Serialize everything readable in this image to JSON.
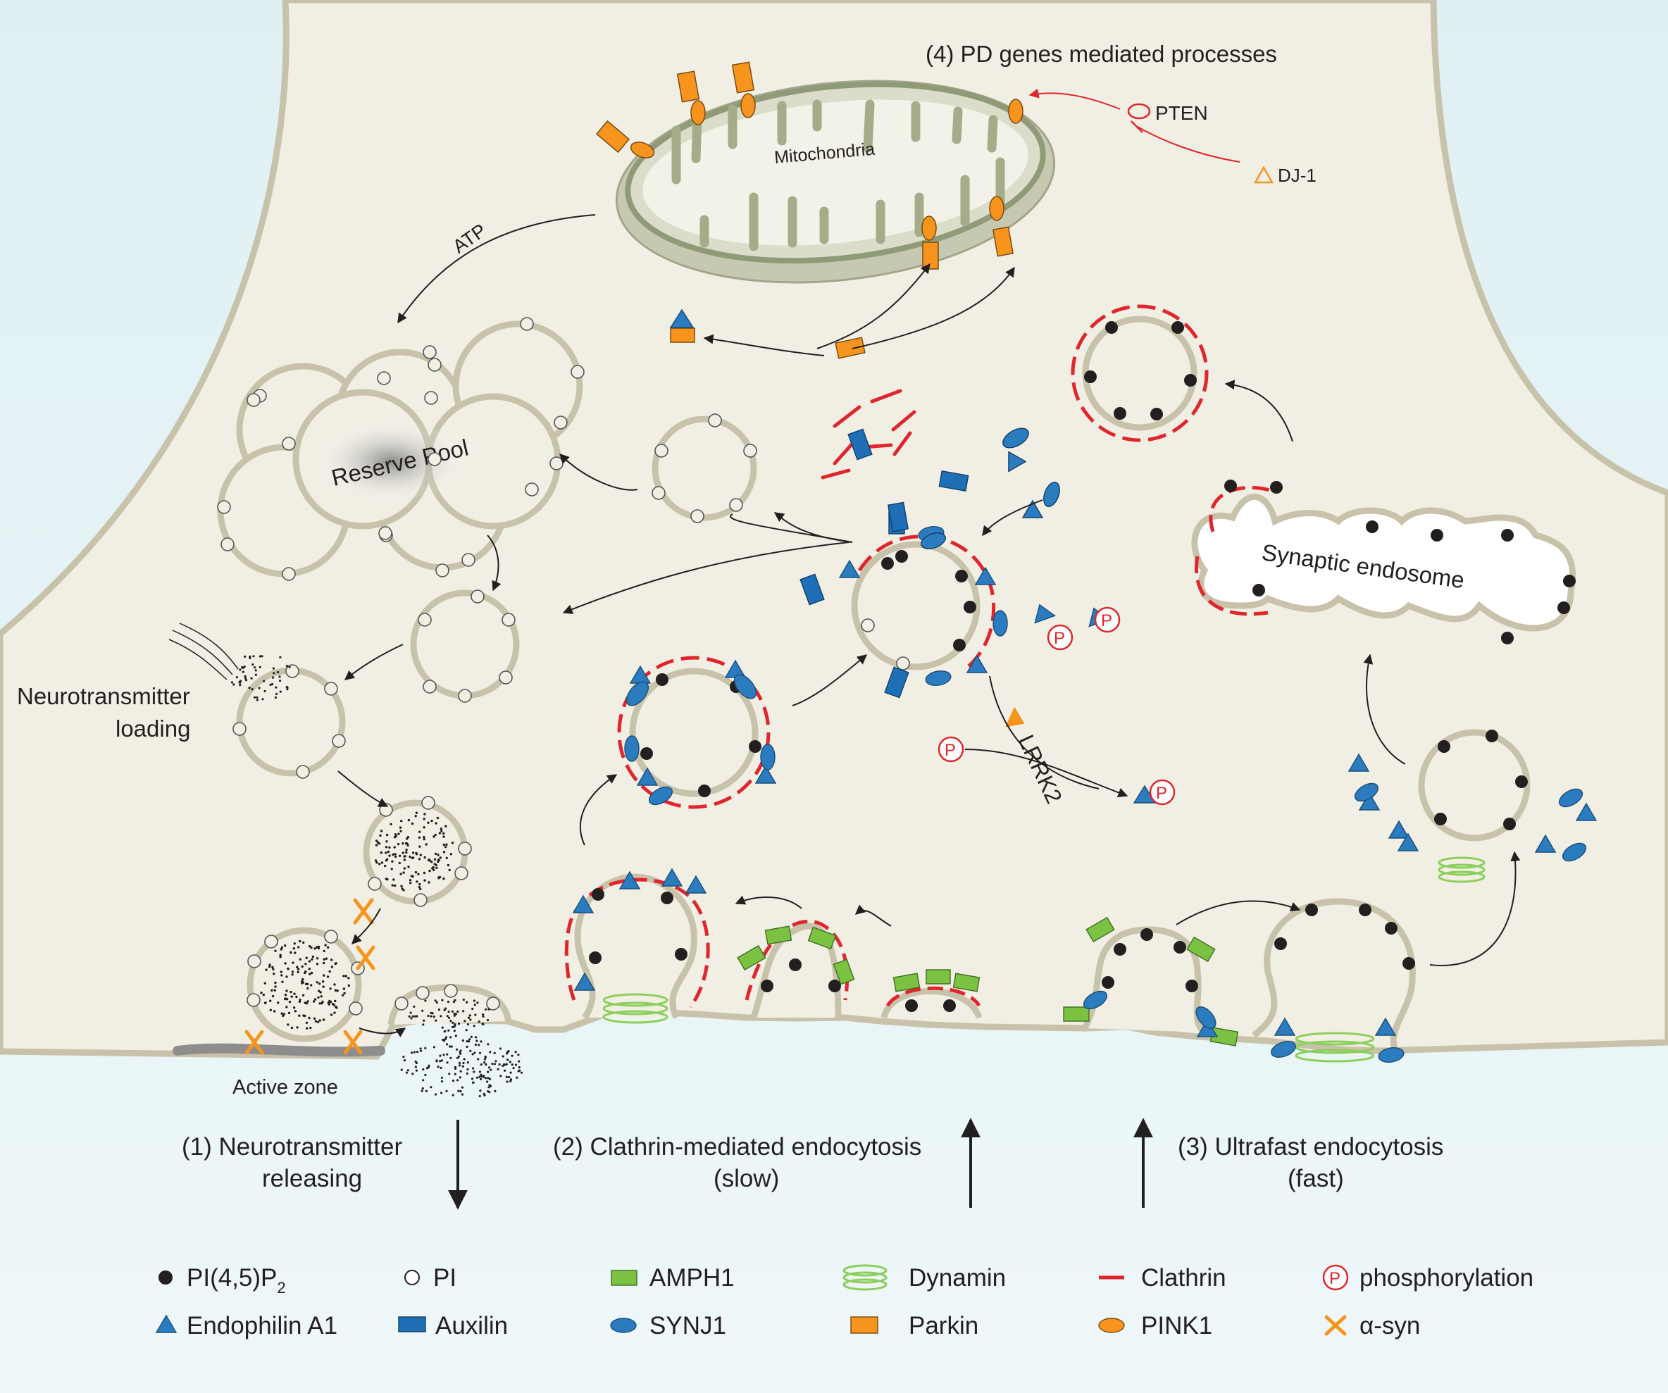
{
  "colors": {
    "cytoplasm": "#f1efe4",
    "membrane": "#c8c2aa",
    "membrane_edge": "#8f8a78",
    "cleft": "#e2f1f4",
    "clathrin": "#e0262c",
    "endophilin": "#2b7bbf",
    "auxilin": "#1f6fb6",
    "synj1": "#2b7bbf",
    "amph1": "#7cc242",
    "dynamin": "#8ccf5a",
    "parkin": "#f7941d",
    "pink1": "#f7941d",
    "alpha_syn": "#f7941d",
    "phospho": "#e0262c",
    "mito_outer": "#c9c9b4",
    "mito_inner": "#8f9a77"
  },
  "labels": {
    "mitochondria": "Mitochondria",
    "pd_title": "(4) PD genes mediated processes",
    "pten": "PTEN",
    "dj1": "DJ-1",
    "atp": "ATP",
    "reserve_pool": "Reserve Pool",
    "nt_loading_1": "Neurotransmitter",
    "nt_loading_2": "loading",
    "active_zone": "Active zone",
    "synaptic_endosome": "Synaptic  endosome",
    "lrrk2": "LRRK2",
    "phospho_symbol": "P"
  },
  "pathways": {
    "p1_line1": "(1) Neurotransmitter",
    "p1_line2": "releasing",
    "p2_line1": "(2) Clathrin-mediated endocytosis",
    "p2_line2": "(slow)",
    "p3_line1": "(3) Ultrafast endocytosis",
    "p3_line2": "(fast)"
  },
  "legend": [
    {
      "icon": "pip2-dot-icon",
      "label": "PI(4,5)P",
      "sub": "2"
    },
    {
      "icon": "pi-circle-icon",
      "label": "PI"
    },
    {
      "icon": "amph1-rect-icon",
      "label": "AMPH1"
    },
    {
      "icon": "dynamin-ring-icon",
      "label": "Dynamin"
    },
    {
      "icon": "clathrin-line-icon",
      "label": "Clathrin"
    },
    {
      "icon": "phosphorylation-icon",
      "label": "phosphorylation"
    },
    {
      "icon": "endophilin-triangle-icon",
      "label": "Endophilin A1"
    },
    {
      "icon": "auxilin-rect-icon",
      "label": "Auxilin"
    },
    {
      "icon": "synj1-ellipse-icon",
      "label": "SYNJ1"
    },
    {
      "icon": "parkin-rect-icon",
      "label": "Parkin"
    },
    {
      "icon": "pink1-ellipse-icon",
      "label": "PINK1"
    },
    {
      "icon": "alpha-syn-cross-icon",
      "label": "α-syn"
    }
  ]
}
